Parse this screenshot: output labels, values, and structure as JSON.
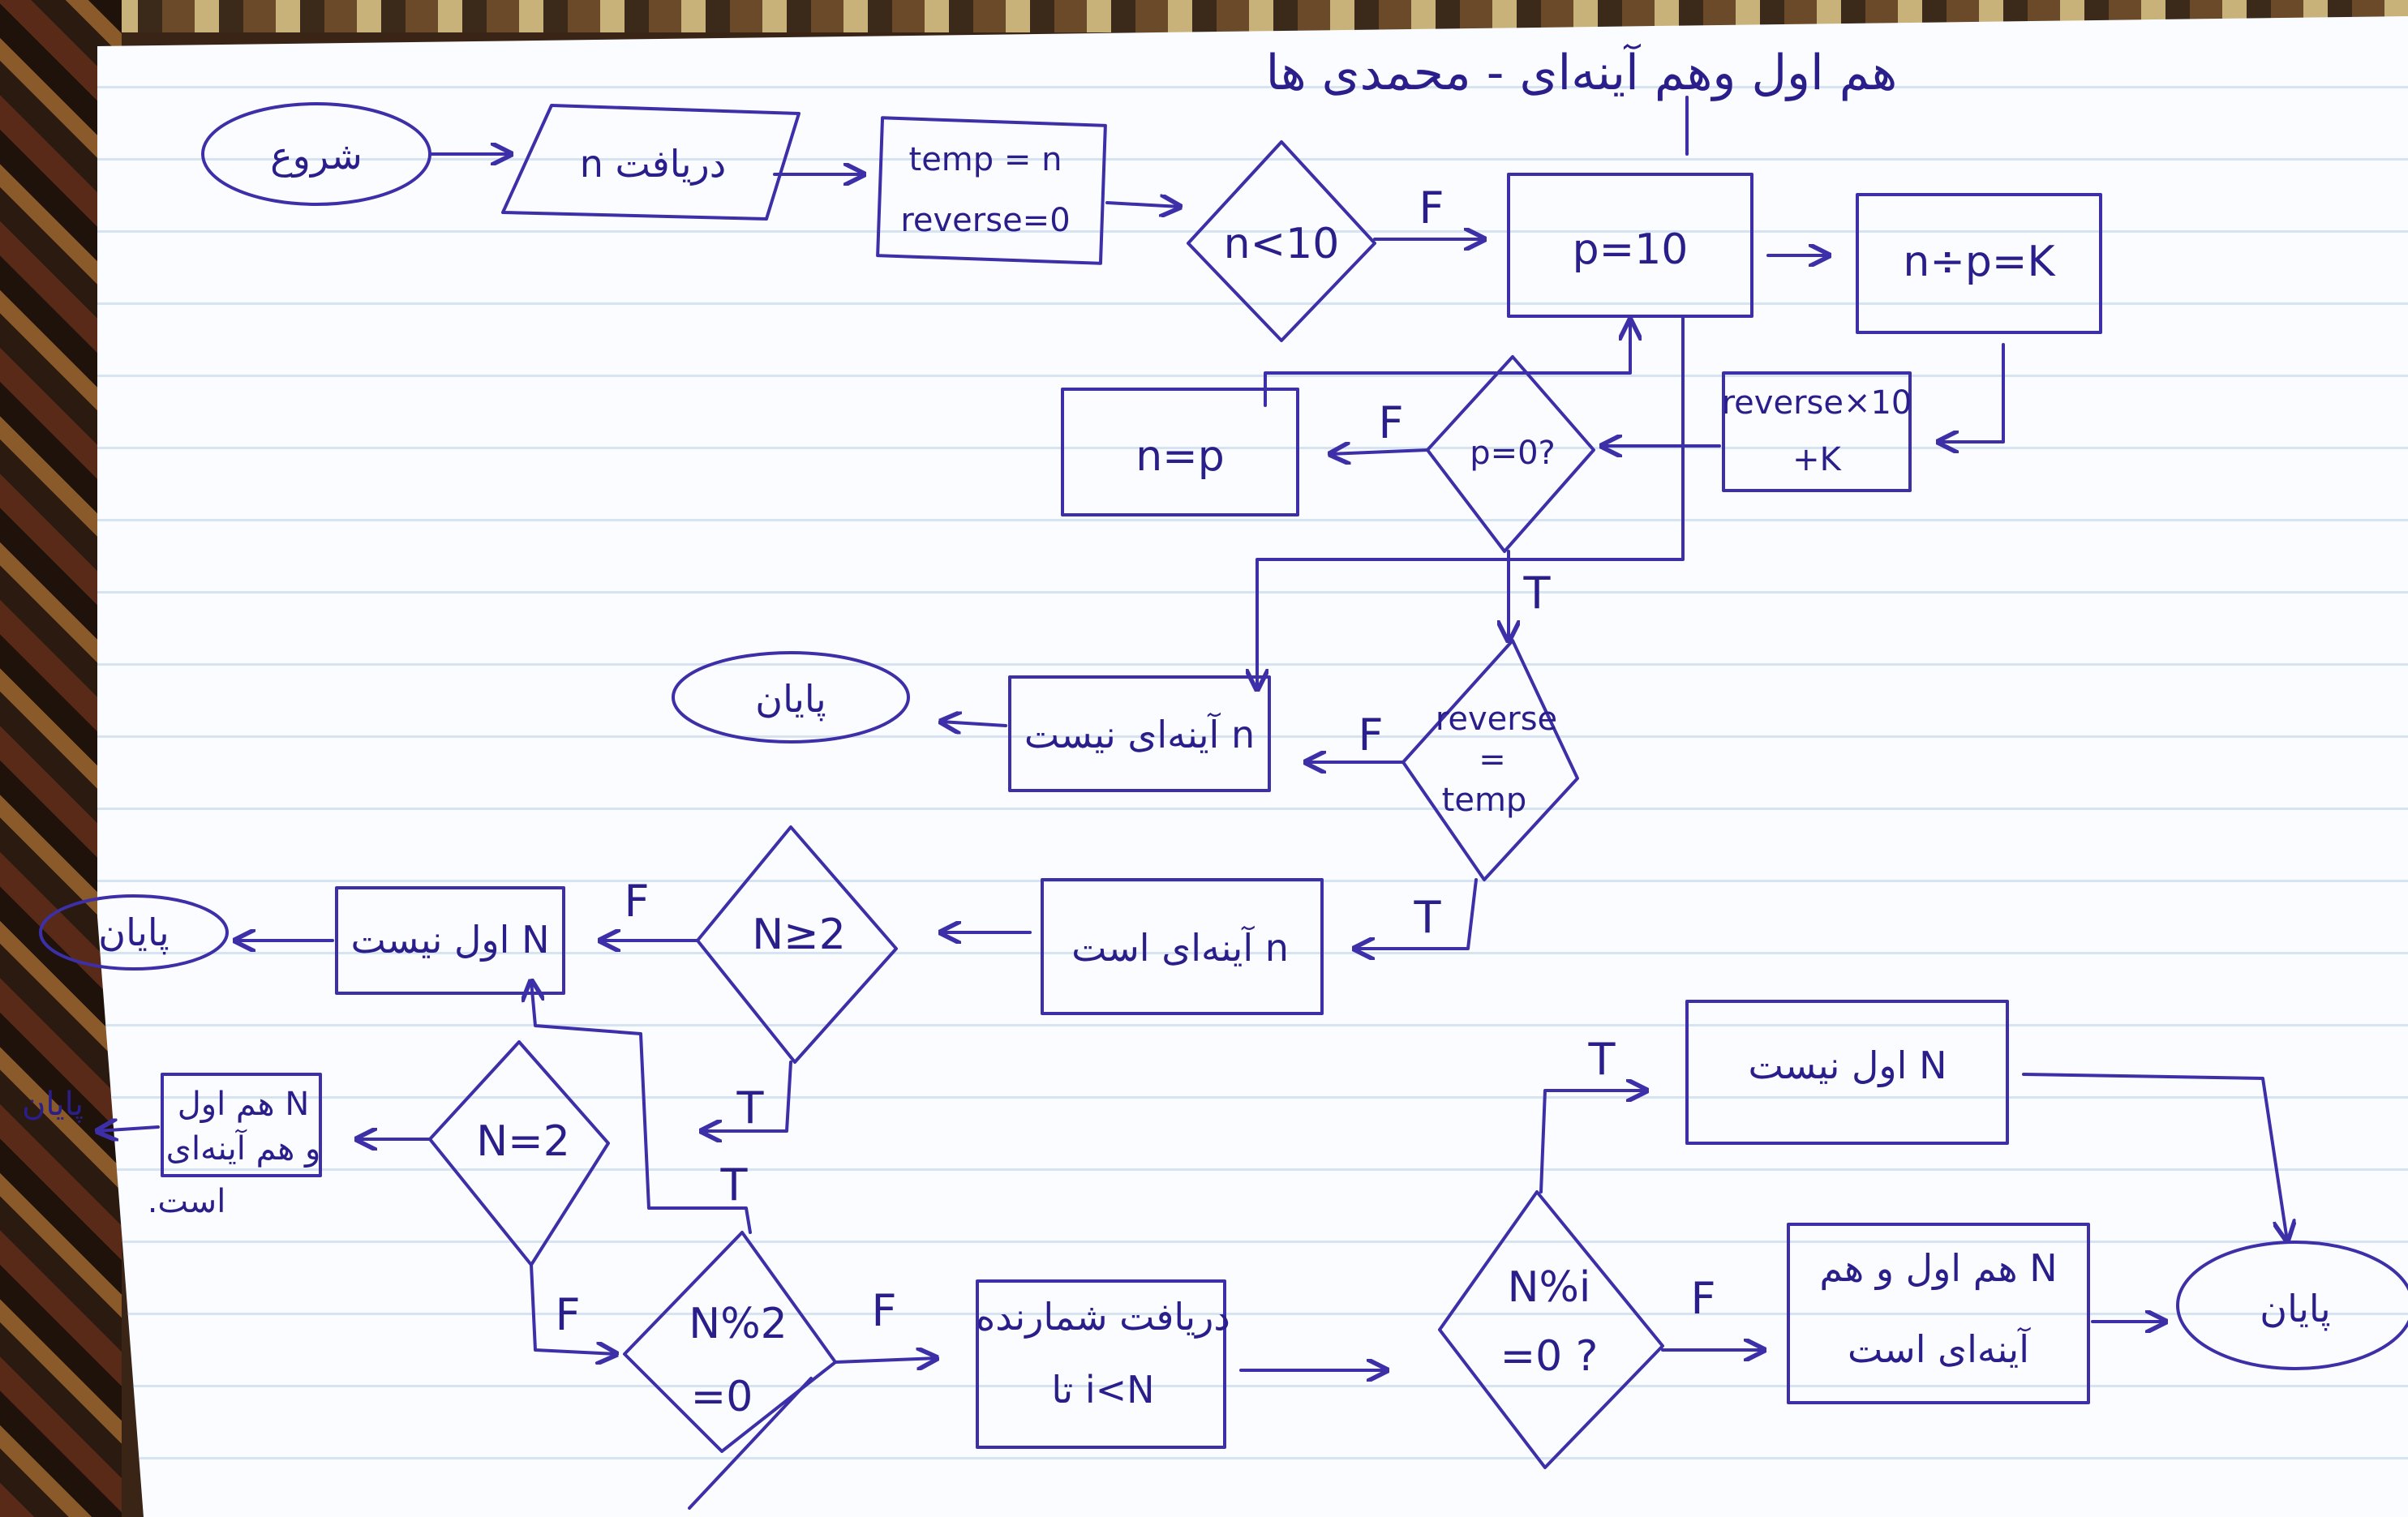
{
  "title": "هم اول وهم آینه‌ای - محمدی ها",
  "nodes": {
    "start": "شروع",
    "input_n": "دریافت n",
    "init_1": "temp = n",
    "init_2": "reverse=0",
    "cond_lt10": "n<10",
    "p10": "p=10",
    "n_div_p": "n÷p=K",
    "rev_1": "reverse×10",
    "rev_2": "+K",
    "cond_p0": "p=0?",
    "n_eq_p": "n=p",
    "cond_rev_1": "reverse",
    "cond_rev_2": "=",
    "cond_rev_3": "temp",
    "not_mirror": "n آینه‌ای نیست",
    "end_1": "پایان",
    "is_mirror": "n آینه‌ای است",
    "cond_ge2": "N≥2",
    "not_prime_1": "N اول نیست",
    "end_2": "پایان",
    "cond_eq2": "N=2",
    "both_1": "N هم اول",
    "both_2": "و هم آینه‌ای",
    "both_3": "است.",
    "end_3": "پایان",
    "cond_mod2_1": "N%2",
    "cond_mod2_2": "=0",
    "loop_1": "دریافت شمارنده",
    "loop_2": "i<N تا",
    "cond_modi_1": "N%i",
    "cond_modi_2": "=0 ?",
    "not_prime_2": "N اول نیست",
    "both_b_1": "N هم اول و هم",
    "both_b_2": "آینه‌ای است",
    "end_4": "پایان"
  },
  "labels": {
    "F": "F",
    "T": "T"
  },
  "colors": {
    "ink": "#3c2fa8",
    "paper": "#fbfcff",
    "rule": "#d6e4f2"
  }
}
